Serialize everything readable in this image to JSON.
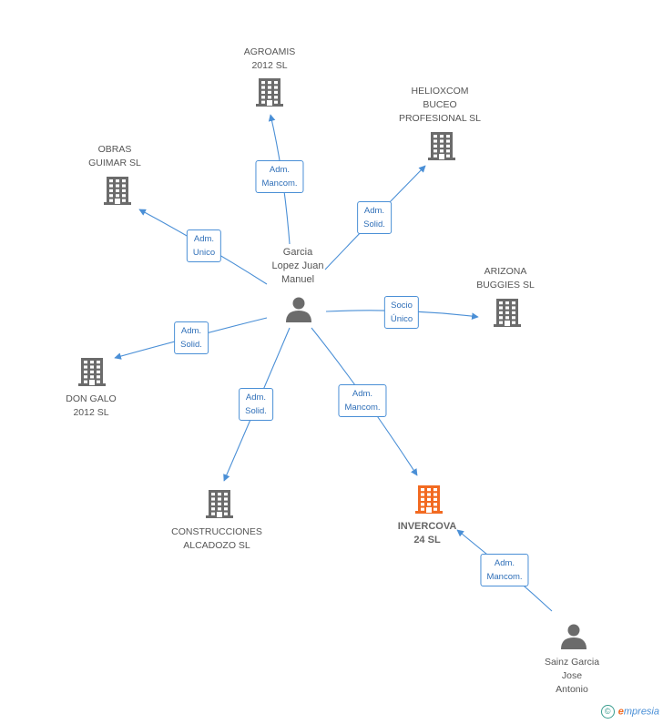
{
  "colors": {
    "edge": "#4a8fd6",
    "building": "#6b6b6b",
    "highlight": "#f26a21",
    "person": "#6b6b6b"
  },
  "center_person": {
    "lines": [
      "Garcia",
      "Lopez Juan",
      "Manuel"
    ],
    "icon": "person-icon"
  },
  "companies": [
    {
      "id": "agroamis",
      "lines": [
        "AGROAMIS",
        "2012 SL"
      ],
      "icon": "building-icon",
      "highlight": false
    },
    {
      "id": "helioxcom",
      "lines": [
        "HELIOXCOM",
        "BUCEO",
        "PROFESIONAL SL"
      ],
      "icon": "building-icon",
      "highlight": false
    },
    {
      "id": "obras",
      "lines": [
        "OBRAS",
        "GUIMAR SL"
      ],
      "icon": "building-icon",
      "highlight": false
    },
    {
      "id": "arizona",
      "lines": [
        "ARIZONA",
        "BUGGIES SL"
      ],
      "icon": "building-icon",
      "highlight": false
    },
    {
      "id": "dongalo",
      "lines": [
        "DON GALO",
        "2012 SL"
      ],
      "icon": "building-icon",
      "highlight": false
    },
    {
      "id": "construcciones",
      "lines": [
        "CONSTRUCCIONES",
        "ALCADOZO SL"
      ],
      "icon": "building-icon",
      "highlight": false
    },
    {
      "id": "invercova",
      "lines": [
        "INVERCOVA",
        "24 SL"
      ],
      "icon": "building-icon",
      "highlight": true
    }
  ],
  "second_person": {
    "lines": [
      "Sainz Garcia",
      "Jose",
      "Antonio"
    ],
    "icon": "person-icon"
  },
  "relations": [
    {
      "id": "rel-agroamis",
      "lines": [
        "Adm.",
        "Mancom."
      ]
    },
    {
      "id": "rel-helioxcom",
      "lines": [
        "Adm.",
        "Solid."
      ]
    },
    {
      "id": "rel-obras",
      "lines": [
        "Adm.",
        "Unico"
      ]
    },
    {
      "id": "rel-arizona",
      "lines": [
        "Socio",
        "Único"
      ]
    },
    {
      "id": "rel-dongalo",
      "lines": [
        "Adm.",
        "Solid."
      ]
    },
    {
      "id": "rel-construcciones",
      "lines": [
        "Adm.",
        "Solid."
      ]
    },
    {
      "id": "rel-invercova",
      "lines": [
        "Adm.",
        "Mancom."
      ]
    },
    {
      "id": "rel-sainz",
      "lines": [
        "Adm.",
        "Mancom."
      ]
    }
  ],
  "footer": {
    "copyright": "©",
    "brand_e": "e",
    "brand_rest": "mpresia"
  }
}
